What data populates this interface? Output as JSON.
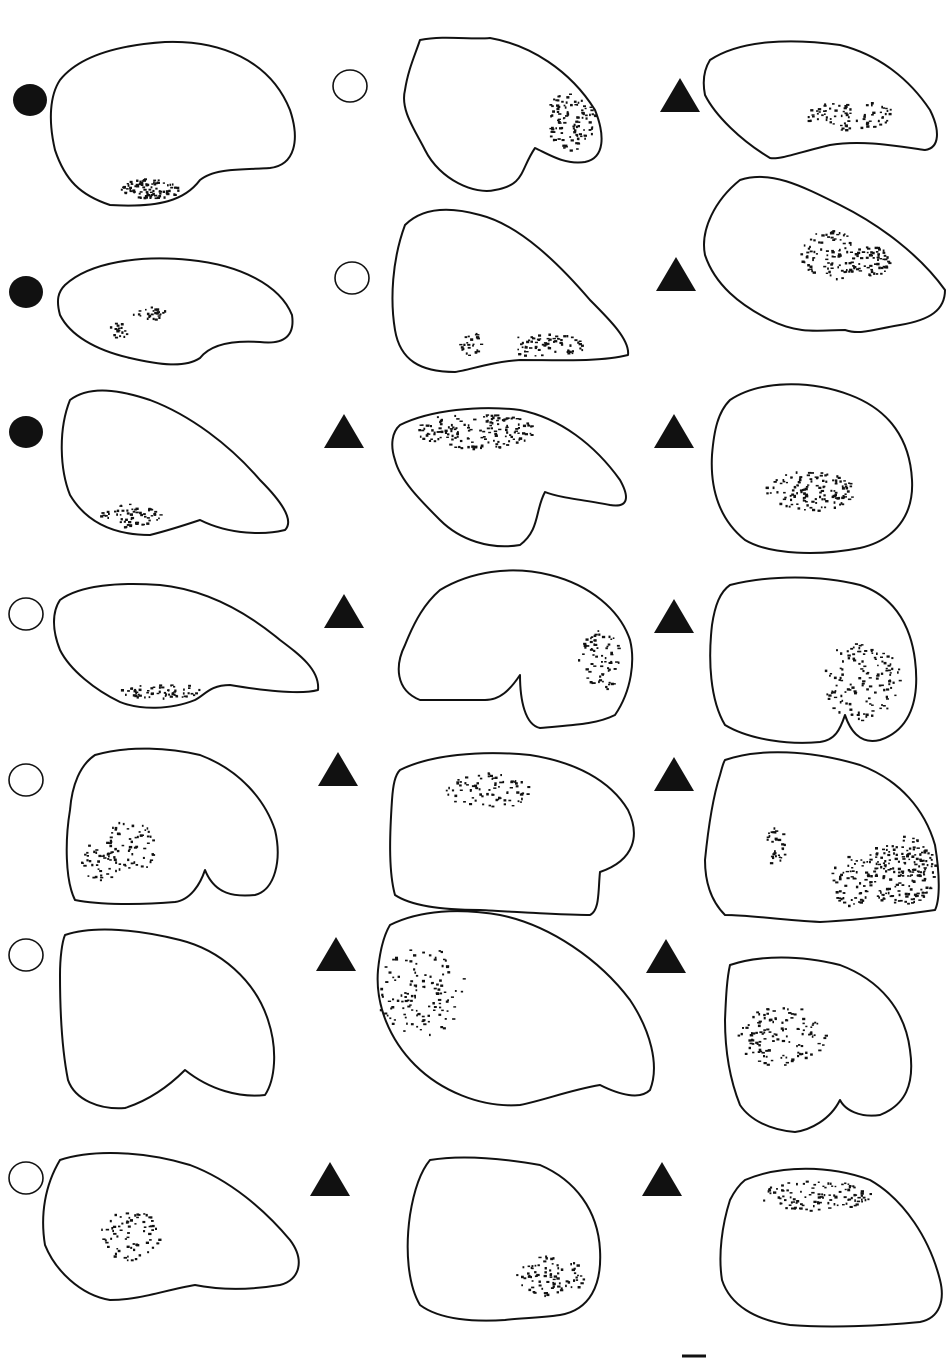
{
  "figure": {
    "description_visible_text": "",
    "marker_legend": {
      "filled_circle": "filled-circle",
      "open_circle": "open-circle",
      "filled_triangle": "filled-triangle"
    },
    "panels": [
      {
        "id": "r1c1",
        "marker": "filled-circle"
      },
      {
        "id": "r1c2",
        "marker": "open-circle"
      },
      {
        "id": "r1c3",
        "marker": "filled-triangle"
      },
      {
        "id": "r2c1",
        "marker": "filled-circle"
      },
      {
        "id": "r2c2",
        "marker": "open-circle"
      },
      {
        "id": "r2c3",
        "marker": "filled-triangle"
      },
      {
        "id": "r3c1",
        "marker": "filled-circle"
      },
      {
        "id": "r3c2",
        "marker": "filled-triangle"
      },
      {
        "id": "r3c3",
        "marker": "filled-triangle"
      },
      {
        "id": "r4c1",
        "marker": "open-circle"
      },
      {
        "id": "r4c2",
        "marker": "filled-triangle"
      },
      {
        "id": "r4c3",
        "marker": "filled-triangle"
      },
      {
        "id": "r5c1",
        "marker": "open-circle"
      },
      {
        "id": "r5c2",
        "marker": "filled-triangle"
      },
      {
        "id": "r5c3",
        "marker": "filled-triangle"
      },
      {
        "id": "r6c1",
        "marker": "open-circle"
      },
      {
        "id": "r6c2",
        "marker": "filled-triangle"
      },
      {
        "id": "r6c3",
        "marker": "filled-triangle"
      },
      {
        "id": "r7c1",
        "marker": "open-circle"
      },
      {
        "id": "r7c2",
        "marker": "filled-triangle"
      },
      {
        "id": "r7c3",
        "marker": "filled-triangle"
      }
    ],
    "colors": {
      "ink": "#111111",
      "background": "#ffffff"
    }
  }
}
